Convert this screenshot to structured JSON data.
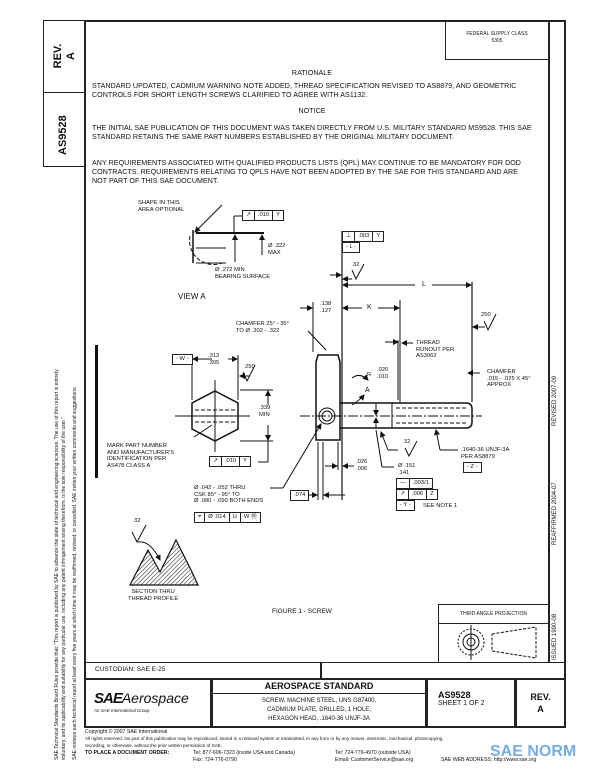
{
  "header": {
    "supply_class": "FEDERAL SUPPLY CLASS\n5305",
    "rev_label": "REV.",
    "rev": "A",
    "doc_number": "AS9528"
  },
  "side_dates": {
    "issued": "ISSUED 1990-08",
    "reaffirmed": "REAFFIRMED 2004-07",
    "revised": "REVISED 2007-09"
  },
  "margin_note": {
    "line1": "SAE Technical Standards Board Rules provide that: \"This report is published by SAE to advance the state of technical and engineering sciences. The use of this report is entirely",
    "line2": "voluntary, and its applicability and suitability for any particular use, including any patent infringement arising therefrom, is the sole responsibility of the user.\"",
    "line3": "SAE reviews each technical report at least every five years at which time it may be reaffirmed, revised, or cancelled. SAE invites your written comments and suggestions."
  },
  "rationale": {
    "heading": "RATIONALE",
    "text": "STANDARD UPDATED, CADMIUM WARNING NOTE ADDED, THREAD SPECIFICATION REVISED TO AS8879, AND GEOMETRIC CONTROLS FOR SHORT LENGTH SCREWS CLARIFIED TO AGREE WITH AS1132."
  },
  "notice": {
    "heading": "NOTICE",
    "text1": "THE INITIAL SAE PUBLICATION OF THIS DOCUMENT WAS TAKEN DIRECTLY FROM U.S. MILITARY STANDARD MS9528. THIS SAE STANDARD RETAINS THE SAME PART NUMBERS ESTABLISHED BY THE ORIGINAL MILITARY DOCUMENT.",
    "text2": "ANY REQUIREMENTS ASSOCIATED WITH QUALIFIED PRODUCTS LISTS (QPL) MAY CONTINUE TO BE MANDATORY FOR DOD CONTRACTS. REQUIREMENTS RELATING TO QPLS HAVE NOT BEEN ADOPTED BY THE SAE FOR THIS STANDARD AND ARE NOT PART OF THIS SAE DOCUMENT."
  },
  "figure": {
    "caption": "FIGURE 1 - SCREW",
    "view_label": "VIEW A",
    "shape_optional": "SHAPE IN THIS\nAREA OPTIONAL",
    "view_a_fcf": {
      "symbol": "↗",
      "tolerance": ".010",
      "datum": "Y"
    },
    "head_dia": "Ø .322\nMAX",
    "bearing": "Ø .272 MIN\nBEARING SURFACE",
    "head_height": ".138\n.127",
    "head_chamfer": "CHAMFER 25° - 35°\nTO Ø .302 - .322",
    "datum_w": "- W -",
    "across_flats": ".313\n.305",
    "finish_head": "250",
    "across_corners": ".339\nMIN",
    "mark_part": "MARK PART NUMBER\nAND MANUFACTURER'S\nIDENTIFICATION PER\nAS478 CLASS A",
    "hex_fcf": {
      "symbol": "↗",
      "tolerance": ".010",
      "datum": "Y"
    },
    "hole": "Ø .042 - .052 THRU\nCSK 85° - 95° TO\nØ .080 - .090 BOTH ENDS",
    "hole_fcf": {
      "symbol": "⌖",
      "tolerance": "Ø .014",
      "datum1": "U",
      "datum2": "W Ⓜ"
    },
    "hole_loc": ".074",
    "finish_profile": "32",
    "thread_section": "SECTION THRU\nTHREAD PROFILE",
    "perp_fcf": {
      "symbol": "⊥",
      "tolerance": ".003",
      "datum": "Y"
    },
    "datum_l": "- L -",
    "finish_bearing": "32",
    "dim_l": "L",
    "dim_k": "K",
    "finish_shank": "250",
    "thread_runout": "THREAD\nRUNOUT PER\nAS3062",
    "fillet_r": "R",
    "fillet": ".020\n.010",
    "detail_a": "A",
    "end_chamfer": "CHAMFER\n.015 - .025 X 45°\nAPPROX",
    "finish_thread": "32",
    "thread_spec": ".1640-36 UNJF-3A\nPER AS8879",
    "datum_z": "- Z -",
    "underhead": ".026\n.006",
    "shank_dia": "Ø .151\n.141",
    "straight_fcf": {
      "symbol": "—",
      "tolerance": ".003/1"
    },
    "runout_fcf": {
      "symbol": "↗",
      "tolerance": ".006",
      "datum": "Z"
    },
    "datum_y": "- Y -",
    "see_note": "SEE NOTE 1",
    "projection_label": "THIRD ANGLE PROJECTION"
  },
  "title_block": {
    "custodian": "CUSTODIAN: SAE E-25",
    "logo_main": "SAE",
    "logo_sub": "Aerospace",
    "logo_tag": "An SAE International Group",
    "heading": "AEROSPACE STANDARD",
    "description": "SCREW, MACHINE STEEL, UNS G87400,\nCADMIUM PLATE, DRILLED, 1 HOLE,\nHEXAGON HEAD, .1640-36 UNJF-3A",
    "doc_number": "AS9528",
    "sheet": "SHEET 1 OF 2",
    "rev_label": "REV.",
    "rev": "A"
  },
  "footer": {
    "copyright": "Copyright © 2007 SAE International",
    "rights1": "All rights reserved. No part of this publication may be reproduced, stored in a retrieval system or transmitted, in any form or by any means, electronic, mechanical, photocopying,",
    "rights2": "recording, or otherwise, without the prior written permission of SAE.",
    "order_label": "TO PLACE A DOCUMENT ORDER:",
    "tel_us": "Tel: 877-606-7323 (inside USA and Canada)",
    "tel_intl": "Tel: 724-776-4970 (outside USA)",
    "fax": "Fax: 724-776-0790",
    "email": "Email: CustomerService@sae.org",
    "web": "SAE WEB ADDRESS: http://www.sae.org",
    "watermark": "SAE NORM"
  }
}
